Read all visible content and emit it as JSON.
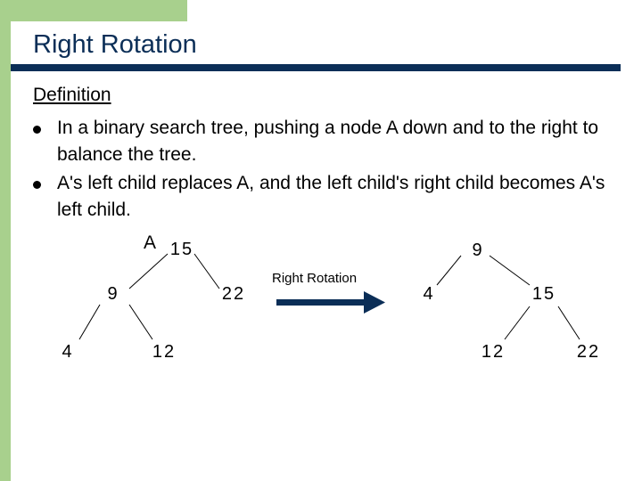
{
  "slide": {
    "title": "Right Rotation",
    "heading": "Definition",
    "bullets": [
      "In a binary search tree, pushing a node A down and to the right to balance the tree.",
      "A's left child replaces A, and the left child's right child becomes A's left child."
    ]
  },
  "diagram": {
    "node_label": "A",
    "rotation_label": "Right Rotation",
    "before_tree": {
      "root": "15",
      "left": "9",
      "right": "22",
      "left_left": "4",
      "left_right": "12"
    },
    "after_tree": {
      "root": "9",
      "left": "4",
      "right": "15",
      "right_left": "12",
      "right_right": "22"
    }
  },
  "colors": {
    "accent": "#a8d08d",
    "title": "#0b2e57",
    "arrow": "#0b2e57"
  }
}
